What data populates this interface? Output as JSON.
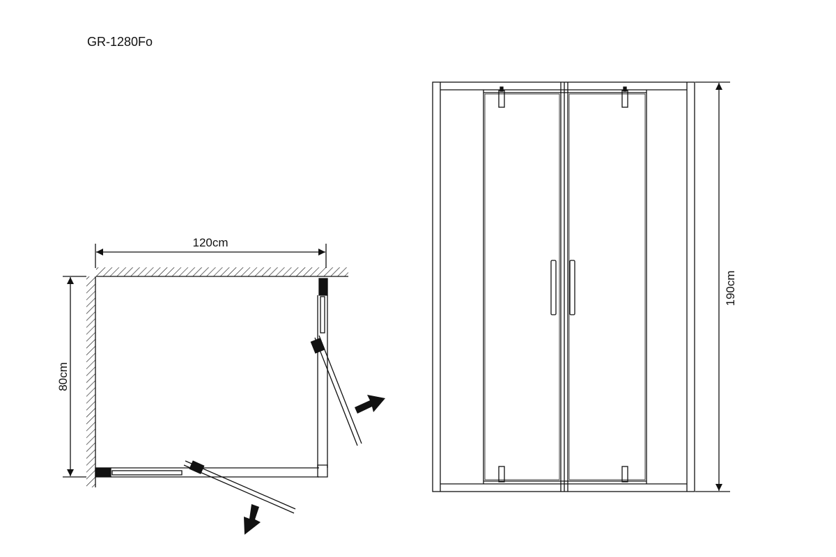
{
  "model": "GR-1280Fo",
  "plan_view": {
    "width_label": "120cm",
    "depth_label": "80cm"
  },
  "front_view": {
    "height_label": "190cm"
  },
  "colors": {
    "line": "#111111",
    "background": "#ffffff"
  }
}
